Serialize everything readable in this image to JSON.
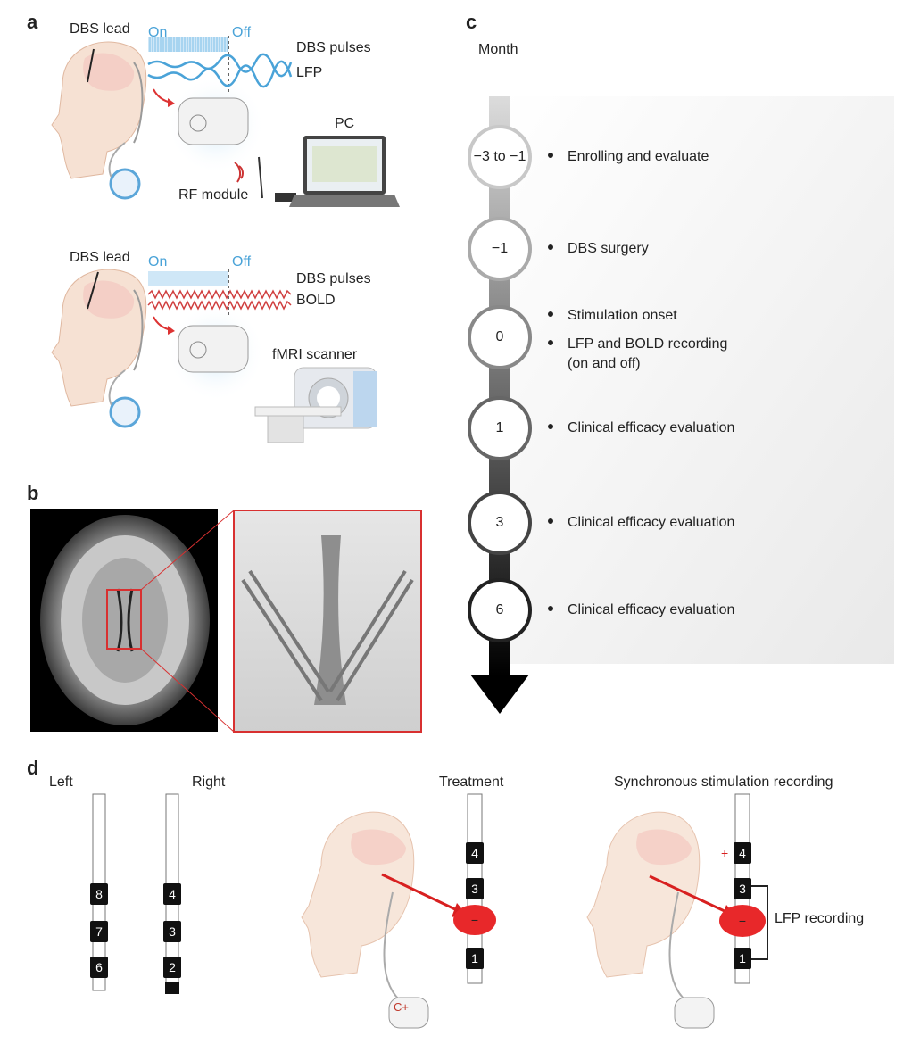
{
  "panels": {
    "a": "a",
    "b": "b",
    "c": "c",
    "d": "d"
  },
  "panel_a": {
    "top": {
      "lead": "DBS lead",
      "on": "On",
      "off": "Off",
      "pulses": "DBS pulses",
      "signal": "LFP",
      "pc": "PC",
      "rf": "RF module"
    },
    "bottom": {
      "lead": "DBS lead",
      "on": "On",
      "off": "Off",
      "pulses": "DBS pulses",
      "signal": "BOLD",
      "scanner": "fMRI scanner"
    }
  },
  "panel_c": {
    "axis_label": "Month",
    "rows": [
      {
        "month": "−3 to −1",
        "items": [
          "Enrolling and evaluate"
        ]
      },
      {
        "month": "−1",
        "items": [
          "DBS surgery"
        ]
      },
      {
        "month": "0",
        "items": [
          "Stimulation onset",
          "LFP and BOLD recording",
          "(on and off)"
        ]
      },
      {
        "month": "1",
        "items": [
          "Clinical efficacy evaluation"
        ]
      },
      {
        "month": "3",
        "items": [
          "Clinical efficacy evaluation"
        ]
      },
      {
        "month": "6",
        "items": [
          "Clinical efficacy evaluation"
        ]
      }
    ]
  },
  "panel_d": {
    "left": "Left",
    "right": "Right",
    "treatment": "Treatment",
    "sync": "Synchronous stimulation recording",
    "left_contacts": [
      "8",
      "7",
      "6"
    ],
    "right_contacts": [
      "4",
      "3",
      "2"
    ],
    "treat_contacts": [
      "4",
      "3",
      "−",
      "1"
    ],
    "sync_contacts": [
      "4",
      "3",
      "−",
      "1"
    ],
    "plus": "+",
    "case": "C+",
    "lfp": "LFP recording"
  },
  "colors": {
    "accent_blue": "#4aa3d8",
    "stim_red": "#e8282a",
    "bold_red": "#c0392b"
  }
}
